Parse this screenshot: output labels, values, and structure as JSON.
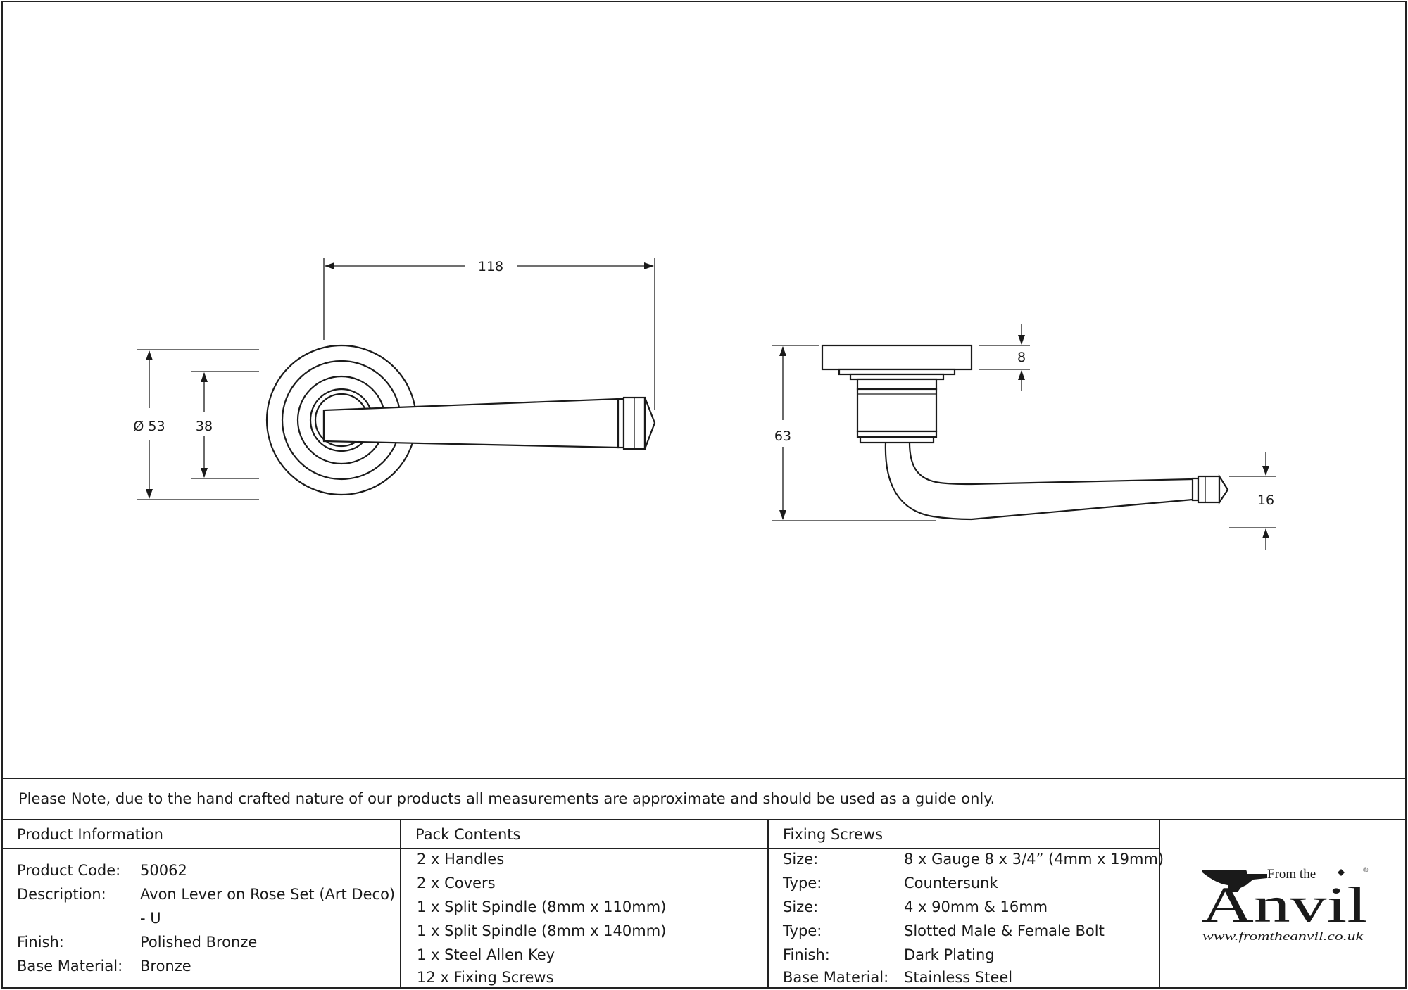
{
  "dimensions": {
    "length": "118",
    "rose_diameter": "Ø 53",
    "inner_height": "38",
    "projection": "63",
    "rose_thickness": "8",
    "lever_thickness": "16"
  },
  "note": "Please Note, due to the hand crafted nature of our products all measurements are approximate and should be used as a guide only.",
  "product_info": {
    "title": "Product Information",
    "rows": [
      {
        "label": "Product Code:",
        "value": "50062"
      },
      {
        "label": "Description:",
        "value": "Avon Lever on Rose Set (Art Deco)",
        "value2": "- U"
      },
      {
        "label": "Finish:",
        "value": "Polished Bronze"
      },
      {
        "label": "Base Material:",
        "value": "Bronze"
      }
    ]
  },
  "pack_contents": {
    "title": "Pack Contents",
    "items": [
      "2 x Handles",
      "2 x Covers",
      "1 x Split Spindle (8mm x 110mm)",
      "1 x Split Spindle (8mm x 140mm)",
      "1 x Steel Allen Key",
      "12 x Fixing Screws"
    ]
  },
  "fixing_screws": {
    "title": "Fixing Screws",
    "rows": [
      {
        "label": "Size:",
        "value": "8 x Gauge 8 x 3/4” (4mm x 19mm)"
      },
      {
        "label": "Type:",
        "value": "Countersunk"
      },
      {
        "label": "Size:",
        "value": "4 x 90mm & 16mm"
      },
      {
        "label": "Type:",
        "value": "Slotted Male & Female Bolt"
      },
      {
        "label": "Finish:",
        "value": "Dark Plating"
      },
      {
        "label": "Base Material:",
        "value": "Stainless Steel"
      }
    ]
  },
  "logo": {
    "small": "From the",
    "big": "Anvil",
    "registered": "®",
    "url": "www.fromtheanvil.co.uk"
  }
}
